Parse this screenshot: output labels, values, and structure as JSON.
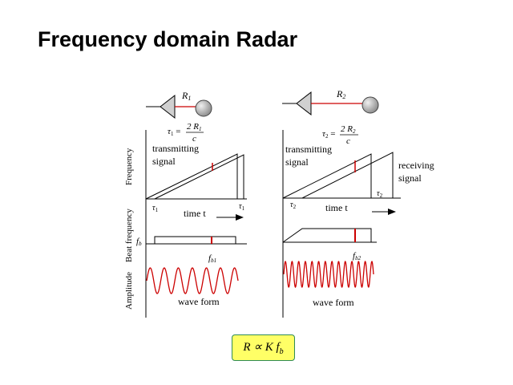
{
  "slide": {
    "title": "Frequency domain Radar"
  },
  "axes": {
    "frequency": "Frequency",
    "beat_frequency": "Beat frequency",
    "amplitude": "Amplitude"
  },
  "panels": [
    {
      "target_label": "R",
      "target_sub": "1",
      "delay_symbol": "τ",
      "delay_sub": "1",
      "delay_numerator": "2 R",
      "delay_numerator_sub": "1",
      "delay_denominator": "c",
      "transmitting_line1": "transmitting",
      "transmitting_line2": "signal",
      "time_axis": "time  t",
      "beat_symbol": "f",
      "beat_sub": "b",
      "beat_freq_label": "f",
      "beat_freq_sub": "b1",
      "waveform_label": "wave form"
    },
    {
      "target_label": "R",
      "target_sub": "2",
      "delay_symbol": "τ",
      "delay_sub": "2",
      "delay_numerator": "2 R",
      "delay_numerator_sub": "2",
      "delay_denominator": "c",
      "transmitting_line1": "transmitting",
      "transmitting_line2": "signal",
      "receiving_line1": "receiving",
      "receiving_line2": "signal",
      "time_axis": "time  t",
      "beat_freq_label": "f",
      "beat_freq_sub": "b2",
      "waveform_label": "wave form"
    }
  ],
  "formula": {
    "text": "R ∝ K f",
    "sub": "b"
  },
  "colors": {
    "accent_red": "#cc0000",
    "formula_bg": "#ffff66",
    "target_fill": "#a8a8a8"
  }
}
